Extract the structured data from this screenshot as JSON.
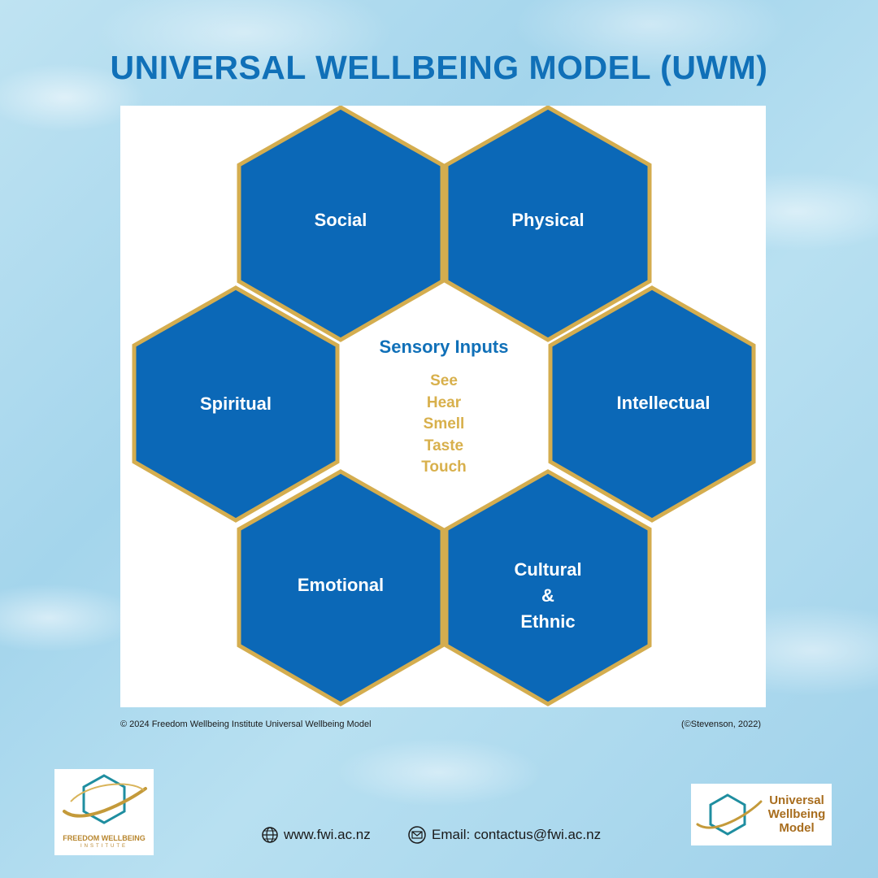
{
  "title": "UNIVERSAL WELLBEING MODEL (UWM)",
  "hexagons": [
    {
      "label": "Social"
    },
    {
      "label": "Physical"
    },
    {
      "label": "Spiritual"
    },
    {
      "label": "Intellectual"
    },
    {
      "label": "Emotional"
    },
    {
      "label": "Cultural\n&\nEthnic"
    }
  ],
  "center": {
    "title": "Sensory Inputs",
    "senses": [
      "See",
      "Hear",
      "Smell",
      "Taste",
      "Touch"
    ]
  },
  "footer": {
    "copyright": "© 2024 Freedom Wellbeing Institute Universal Wellbeing Model",
    "citation": "(©Stevenson, 2022)"
  },
  "logos": {
    "left_line1": "FREEDOM WELLBEING",
    "left_line2": "INSTITUTE",
    "right_lines": [
      "Universal",
      "Wellbeing",
      "Model"
    ]
  },
  "contact": {
    "website": "www.fwi.ac.nz",
    "email": "Email: contactus@fwi.ac.nz"
  },
  "colors": {
    "hex_fill": "#0b68b7",
    "hex_stroke": "#d4ad4f",
    "title": "#1070b8",
    "senses": "#d8b04c"
  },
  "icons": [
    "globe-icon",
    "mail-icon"
  ]
}
